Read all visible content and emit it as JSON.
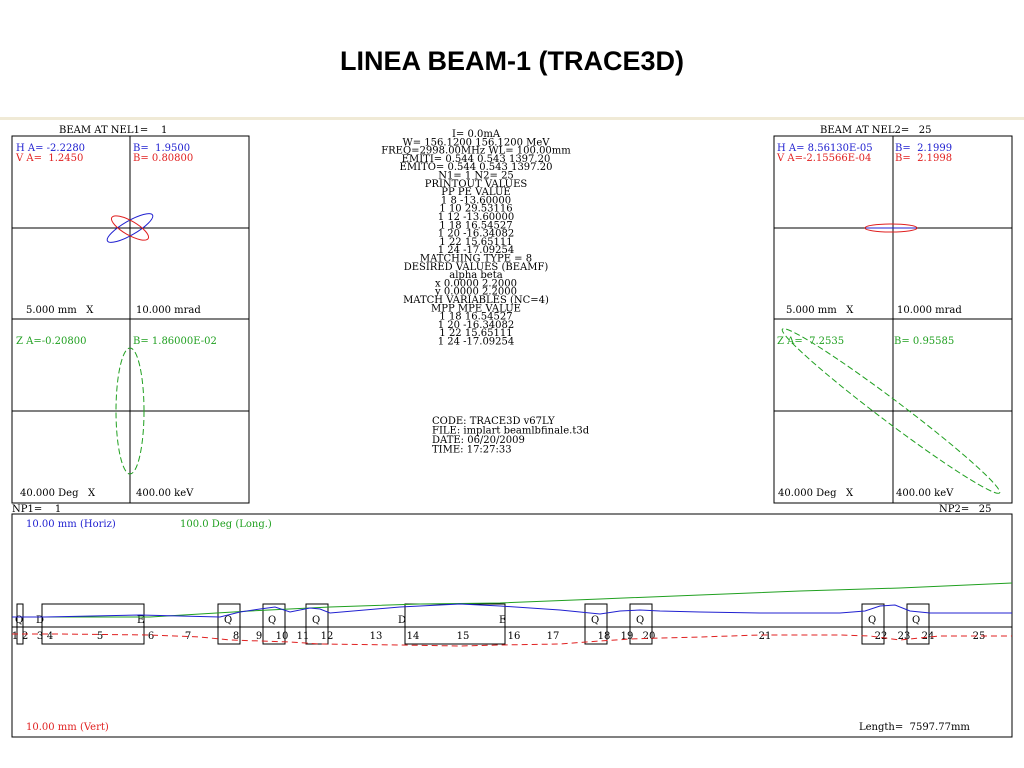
{
  "title": "LINEA BEAM-1 (TRACE3D)",
  "colors": {
    "horizontal": "#2020d0",
    "vertical": "#e02020",
    "longitudinal": "#20a020",
    "frame": "#000000"
  },
  "left_panel": {
    "header": "BEAM AT NEL1=    1",
    "h_a": "H A= -2.2280",
    "h_b": "B=  1.9500",
    "v_a": "V A=  1.2450",
    "v_b": "B= 0.80800",
    "scale_x": "5.000 mm   X",
    "scale_xp": "10.000 mrad",
    "z_a": "Z A=-0.20800",
    "z_b": "B= 1.86000E-02",
    "scale_z": "40.000 Deg   X",
    "scale_e": "400.00 keV",
    "np": "NP1=    1"
  },
  "right_panel": {
    "header": "BEAM AT NEL2=   25",
    "h_a": "H A= 8.56130E-05",
    "h_b": "B=  2.1999",
    "v_a": "V A=-2.15566E-04",
    "v_b": "B=  2.1998",
    "scale_x": "5.000 mm   X",
    "scale_xp": "10.000 mrad",
    "z_a": "Z A=  7.2535",
    "z_b": "B= 0.95585",
    "scale_z": "40.000 Deg   X",
    "scale_e": "400.00 keV",
    "np": "NP2=   25"
  },
  "center_text": [
    "I=      0.0mA",
    "W= 156.1200  156.1200 MeV",
    "FREQ=2998.00MHz    WL= 100.00mm",
    "EMITI=   0.544     0.543  1397.20",
    "EMITO=   0.544     0.543  1397.20",
    "N1=    1   N2=   25",
    "PRINTOUT VALUES",
    "PP PE       VALUE",
    "1   8    -13.60000",
    "1   10    29.53116",
    "1   12   -13.60000",
    "1   18    16.54527",
    "1   20   -16.34082",
    "1   22    15.65111",
    "1   24   -17.09254",
    "MATCHING TYPE =  8",
    "DESIRED VALUES (BEAMF)",
    "alpha      beta",
    "x      0.0000     2.2000",
    "y      0.0000     2.2000",
    "MATCH VARIABLES (NC=4)",
    "MPP MPE       VALUE",
    "1   18     16.54527",
    "1   20    -16.34082",
    "1   22     15.65111",
    "1   24    -17.09254"
  ],
  "code_info": [
    "CODE:  TRACE3D v67LY",
    "FILE:  implart beamlbfinale.t3d",
    "DATE:  06/20/2009",
    "TIME:  17:27:33"
  ],
  "beamline": {
    "horiz_label": "10.00 mm (Horiz)",
    "long_label": "100.0 Deg (Long.)",
    "vert_label": "10.00 mm (Vert)",
    "length_label": "Length=  7597.77mm",
    "element_numbers": [
      "1",
      "2",
      "3",
      "4",
      "5",
      "6",
      "7",
      "8",
      "9",
      "10",
      "11",
      "12",
      "13",
      "14",
      "15",
      "16",
      "17",
      "18",
      "19",
      "20",
      "21",
      "22",
      "23",
      "24",
      "25"
    ],
    "element_types": [
      "Q",
      "D",
      "E",
      "Q",
      "Q",
      "Q",
      "D",
      "E",
      "Q",
      "Q",
      "Q",
      "Q"
    ]
  }
}
